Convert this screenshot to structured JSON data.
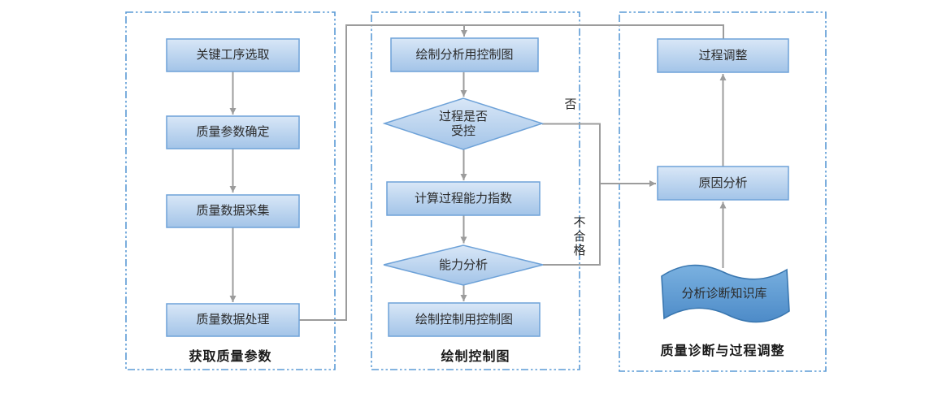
{
  "sections": {
    "acquire": {
      "label": "获取质量参数"
    },
    "draw": {
      "label": "绘制控制图"
    },
    "diagnose": {
      "label": "质量诊断与过程调整"
    }
  },
  "nodes": {
    "key_process_selection": "关键工序选取",
    "quality_param_determination": "质量参数确定",
    "quality_data_collection": "质量数据采集",
    "quality_data_processing": "质量数据处理",
    "draw_analysis_control_chart": "绘制分析用控制图",
    "process_in_control_decision": "过程是否\n受控",
    "calc_process_capability_index": "计算过程能力指数",
    "capability_analysis_decision": "能力分析",
    "draw_control_use_chart": "绘制控制用控制图",
    "process_adjustment": "过程调整",
    "cause_analysis": "原因分析",
    "analysis_diagnosis_knowledge_base": "分析诊断知识库"
  },
  "edge_labels": {
    "no": "否",
    "unqualified": "不合格"
  },
  "colors": {
    "node_fill_top": "#d7e6f6",
    "node_fill_bottom": "#a5c6e9",
    "node_border": "#6ea2d8",
    "wave_fill_top": "#7ab1e0",
    "wave_fill_bottom": "#4d8bc8",
    "wave_border": "#3a77b0",
    "section_border": "#5b9bd5",
    "connector": "#9c9c9c",
    "text": "#2b2b2b"
  }
}
